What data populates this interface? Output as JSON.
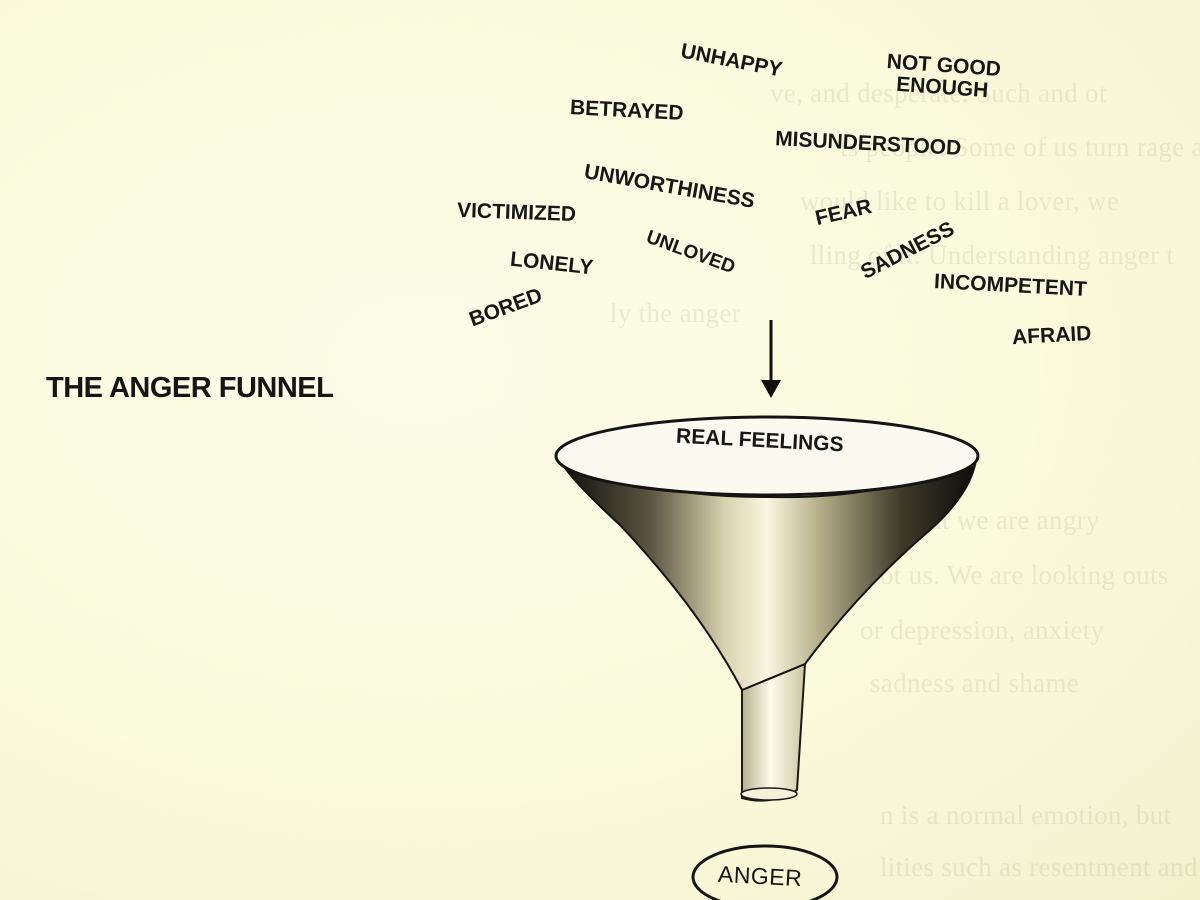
{
  "diagram": {
    "title": "THE ANGER FUNNEL",
    "feelings": [
      "UNHAPPY",
      "NOT GOOD ENOUGH",
      "BETRAYED",
      "MISUNDERSTOOD",
      "UNWORTHINESS",
      "VICTIMIZED",
      "FEAR",
      "UNLOVED",
      "SADNESS",
      "LONELY",
      "INCOMPETENT",
      "BORED",
      "AFRAID"
    ],
    "funnel_label": "REAL FEELINGS",
    "output_label": "ANGER"
  },
  "background_text": [
    "ve, and desperate. Such and ot",
    "ts people. Some of us turn rage ag",
    "would like to kill a lover, we",
    "lling of it. Understanding anger t",
    "ly the anger",
    "What we are angry",
    "ot us. We are looking outs",
    "or depression, anxiety",
    "sadness and shame",
    "n is a normal emotion, but",
    "lities such as resentment and"
  ],
  "colors": {
    "ink": "#171717",
    "paper": "#fafadc"
  }
}
